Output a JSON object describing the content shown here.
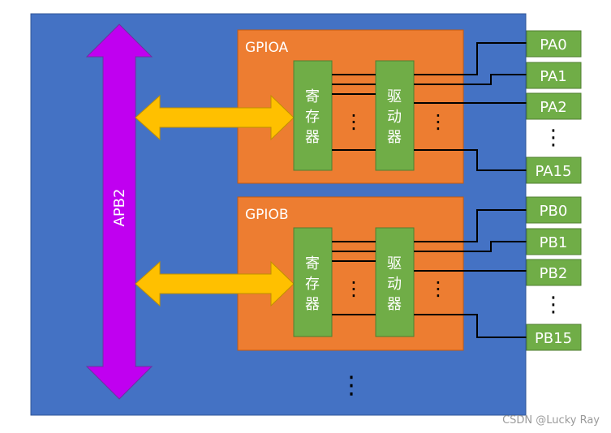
{
  "bus": {
    "label": "APB2"
  },
  "gpio_blocks": [
    {
      "label": "GPIOA",
      "register_label": "寄\n存\n器",
      "driver_label": "驱\n动\n器",
      "ellipsis": "⋮",
      "pins": [
        "PA0",
        "PA1",
        "PA2",
        "⋮",
        "PA15"
      ]
    },
    {
      "label": "GPIOB",
      "register_label": "寄\n存\n器",
      "driver_label": "驱\n动\n器",
      "ellipsis": "⋮",
      "pins": [
        "PB0",
        "PB1",
        "PB2",
        "⋮",
        "PB15"
      ]
    }
  ],
  "more_indicator": "⋮",
  "watermark": "CSDN @Lucky Ray",
  "colors": {
    "background": "#4472c4",
    "gpio_block": "#ed7d31",
    "component": "#70ad47",
    "bus_arrow": "#c000f0",
    "data_arrow": "#ffc000",
    "wire": "#000000"
  }
}
